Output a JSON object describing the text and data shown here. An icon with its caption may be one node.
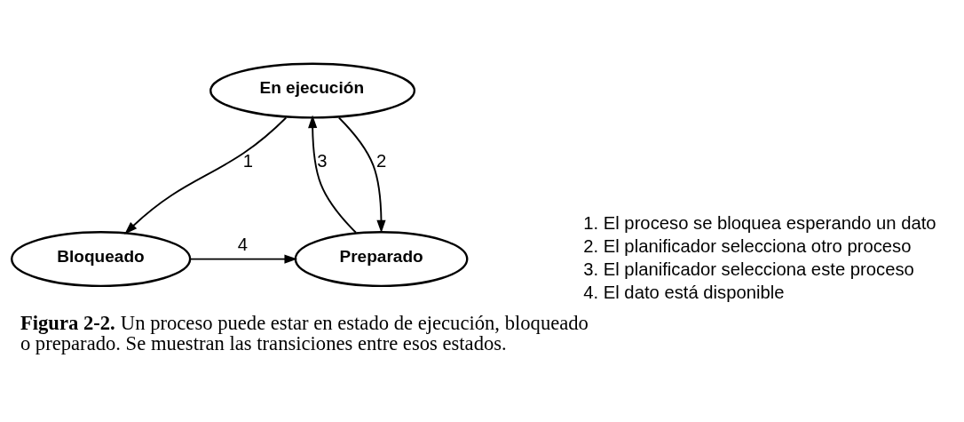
{
  "diagram": {
    "caption": "**Figura 2-2.** Un proceso puede estar en estado de ejecución, bloqueado o preparado. Se muestran las transiciones entre esos estados.",
    "nodes": [
      {
        "text": [
          "En ejecución"
        ]
      },
      {
        "text": [
          "Bloqueado"
        ]
      },
      {
        "text": [
          "Preparado"
        ]
      }
    ],
    "edges": [
      {
        "from": 0,
        "to": 1,
        "arrow": "to",
        "label": "1"
      },
      {
        "from": 0,
        "to": 2,
        "arrow": "to",
        "label": "2"
      },
      {
        "from": 2,
        "to": 0,
        "arrow": "to",
        "label": "3"
      },
      {
        "from": 1,
        "to": 2,
        "arrow": "to",
        "label": "4"
      }
    ],
    "labels": [
      "1. El proceso se bloquea esperando un dato",
      "2. El planificador selecciona otro proceso",
      "3. El planificador selecciona este proceso",
      "4. El dato está disponible"
    ]
  }
}
